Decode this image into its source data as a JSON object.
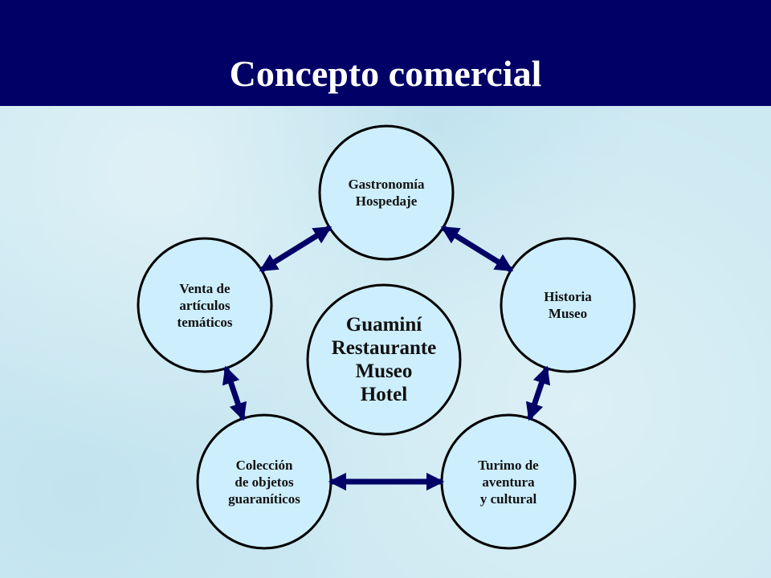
{
  "slide": {
    "title": "Concepto comercial"
  },
  "colors": {
    "header_bg": "#000066",
    "circle_fill": "#cdeefc",
    "circle_stroke": "#000000",
    "arrow": "#000066"
  },
  "diagram": {
    "center": "Guaminí\nRestaurante\nMuseo\nHotel",
    "nodes": [
      {
        "id": "gastronomia",
        "label": "Gastronomía\nHospedaje"
      },
      {
        "id": "historia",
        "label": "Historia\nMuseo"
      },
      {
        "id": "turismo",
        "label": "Turimo de\naventura\ny cultural"
      },
      {
        "id": "coleccion",
        "label": "Colección\nde objetos\nguaraníticos"
      },
      {
        "id": "venta",
        "label": "Venta de\nartículos\ntemáticos"
      }
    ],
    "connections": [
      {
        "from": "gastronomia",
        "to": "historia",
        "type": "bidirectional"
      },
      {
        "from": "historia",
        "to": "turismo",
        "type": "bidirectional"
      },
      {
        "from": "turismo",
        "to": "coleccion",
        "type": "bidirectional"
      },
      {
        "from": "coleccion",
        "to": "venta",
        "type": "bidirectional"
      },
      {
        "from": "venta",
        "to": "gastronomia",
        "type": "bidirectional"
      }
    ]
  }
}
